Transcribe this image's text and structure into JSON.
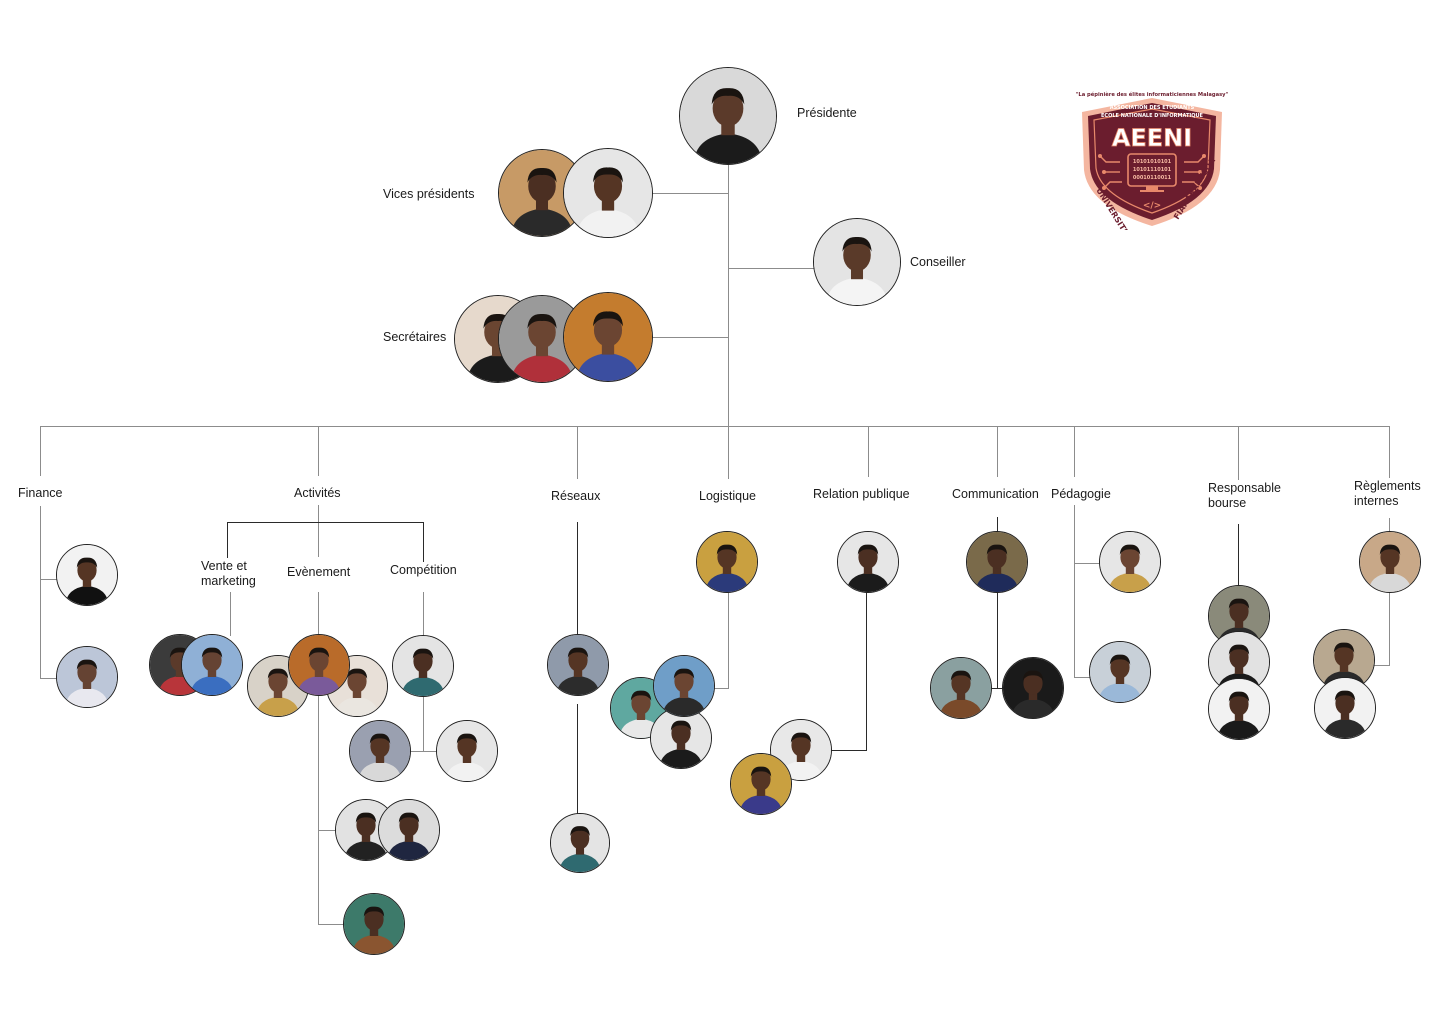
{
  "roles": {
    "presidente": "Présidente",
    "vices_presidents": "Vices présidents",
    "conseiller": "Conseiller",
    "secretaires": "Secrétaires"
  },
  "departments": {
    "finance": "Finance",
    "activites": "Activités",
    "reseaux": "Réseaux",
    "logistique": "Logistique",
    "relation_publique": "Relation publique",
    "communication": "Communication",
    "pedagogie": "Pédagogie",
    "responsable_bourse": "Responsable bourse",
    "reglements_internes": "Règlements internes"
  },
  "sub_departments": {
    "vente_marketing": "Vente et marketing",
    "evenement": "Evènement",
    "competition": "Compétition"
  },
  "logo": {
    "motto": "\"La pépinière des élites informaticiennes Malagasy\"",
    "line1": "ASSOCIATION DES ETUDIANTS",
    "line2": "ECOLE NATIONALE D'INFORMATIQUE",
    "acronym": "AEENI",
    "binary1": "10101010101",
    "binary2": "10101110101",
    "binary3": "00010110011",
    "code_symbol": "</>",
    "university_left": "UNIVERSITE DE",
    "university_right": "FIANARANTSOA",
    "colors": {
      "primary": "#6b1d2e",
      "accent": "#e8896b",
      "ring": "#f4b6a0"
    }
  },
  "colors": {
    "line": "#8c8c8c",
    "line_dark": "#2a2a2a",
    "text": "#1a1a1a"
  }
}
